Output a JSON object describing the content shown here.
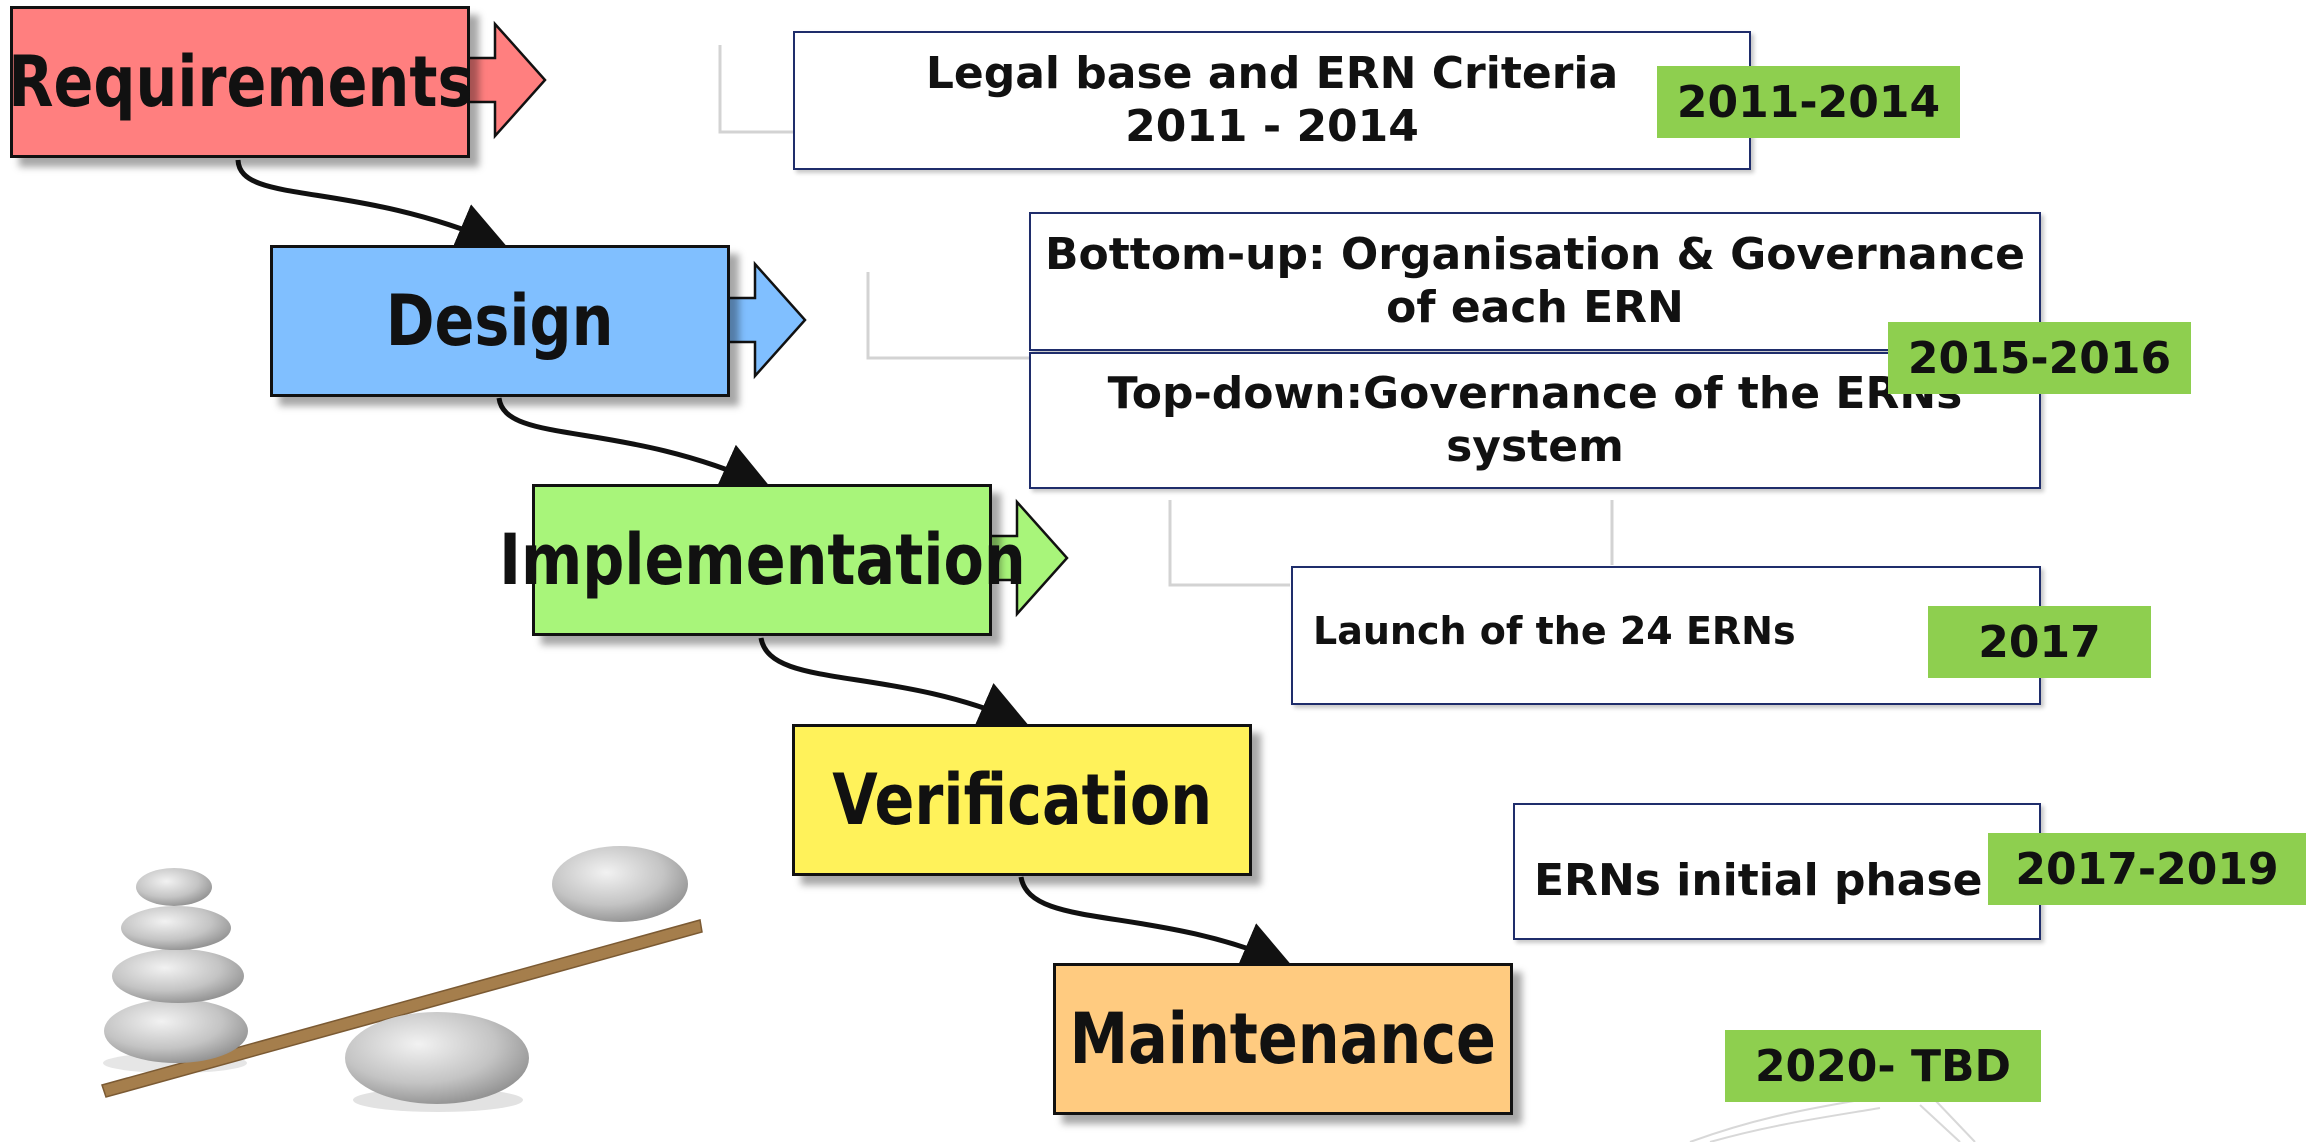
{
  "stages": {
    "requirements": "Requirements",
    "design": "Design",
    "implementation": "Implementation",
    "verification": "Verification",
    "maintenance": "Maintenance"
  },
  "colors": {
    "requirements": "#ff7f7f",
    "design": "#80bfff",
    "implementation": "#a8f57a",
    "verification": "#fff25a",
    "maintenance": "#ffcb80",
    "badge": "#8ecf4f",
    "box_border": "#1f2d6b"
  },
  "boxes": {
    "legal_line1": "Legal base and ERN Criteria",
    "legal_line2": "2011 - 2014",
    "bottom_up_line1": "Bottom-up: Organisation & Governance",
    "bottom_up_line2": "of each ERN",
    "top_down_line1": "Top-down:Governance of the ERNs",
    "top_down_line2": "system",
    "launch": "Launch of the 24 ERNs",
    "initial_phase": "ERNs initial phase"
  },
  "badges": {
    "b2011": "2011-2014",
    "b2015": "2015-2016",
    "b2017": "2017",
    "b2017_2019": "2017-2019",
    "b2020": "2020- TBD"
  },
  "icons": {
    "stage_arrow": "right-arrow-icon",
    "balance": "balancing-stones-icon"
  }
}
